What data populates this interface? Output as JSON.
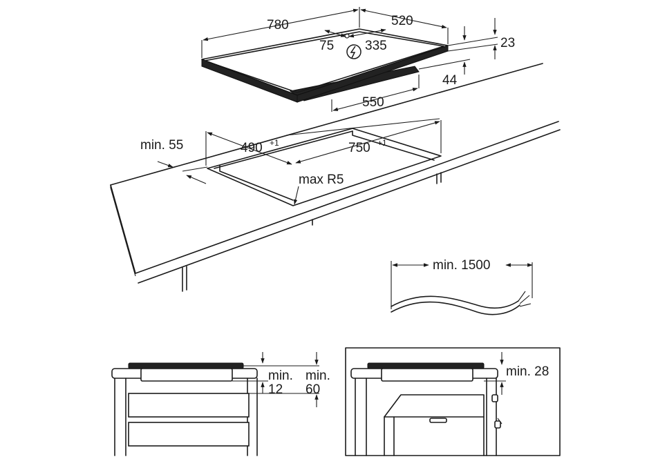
{
  "labels": {
    "hob_width": "780",
    "hob_depth": "520",
    "hob_thickness": "23",
    "connection_offset_left": "75",
    "connection_offset_right": "335",
    "box_height": "44",
    "box_width": "550",
    "min_edge": "min. 55",
    "cutout_depth": "490",
    "cutout_depth_tol": "+1",
    "cutout_width": "750",
    "cutout_width_tol": "+1",
    "corner_radius": "max R5",
    "cable_length": "min. 1500",
    "clearance_a_line1": "min.",
    "clearance_a_line2": "12",
    "clearance_b_line1": "min.",
    "clearance_b_line2": "60",
    "clearance_oven": "min. 28"
  },
  "icons": {
    "connection": "electrical-connection-icon"
  }
}
